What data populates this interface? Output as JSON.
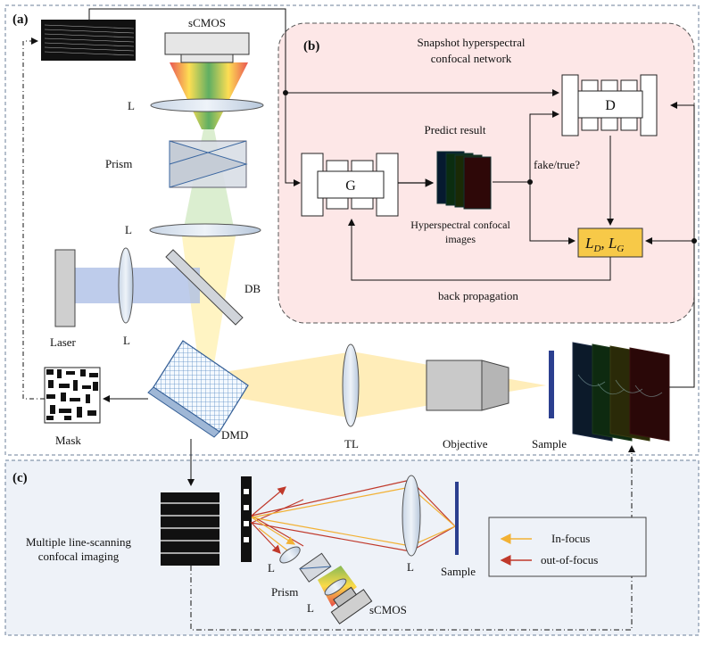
{
  "panels": {
    "a": "(a)",
    "b": "(b)",
    "c": "(c)"
  },
  "panel_a": {
    "camera": "sCMOS",
    "lens_top": "L",
    "prism": "Prism",
    "lens_mid": "L",
    "laser": "Laser",
    "lens_laser": "L",
    "dichroic": "DB",
    "dmd": "DMD",
    "mask": "Mask",
    "tube_lens": "TL",
    "objective": "Objective",
    "sample": "Sample"
  },
  "panel_b": {
    "title_line1": "Snapshot hyperspectral",
    "title_line2": "confocal network",
    "predict": "Predict result",
    "generator": "G",
    "discriminator": "D",
    "fake_true": "fake/true?",
    "images_line1": "Hyperspectral confocal",
    "images_line2": "images",
    "loss_main": "L",
    "loss_sub_d": "D",
    "loss_comma": ", ",
    "loss_sub_g": "G",
    "backprop": "back propagation"
  },
  "panel_c": {
    "title_line1": "Multiple line-scanning",
    "title_line2": "confocal imaging",
    "lens_left": "L",
    "prism": "Prism",
    "lens_small": "L",
    "camera": "sCMOS",
    "lens_big": "L",
    "sample": "Sample",
    "legend_in": "In-focus",
    "legend_out": "out-of-focus"
  },
  "colors": {
    "in_focus": "#f2b134",
    "out_of_focus": "#c0392b",
    "panel_b_bg": "#fde7e7",
    "panel_c_bg": "#eef2f8",
    "loss_box": "#f7c948",
    "dashed_border": "#6b7f99"
  }
}
